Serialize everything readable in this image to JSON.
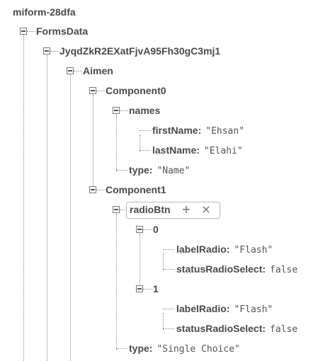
{
  "root": "miform-28dfa",
  "nodes": {
    "formsdata": "FormsData",
    "uid": "JyqdZkR2EXatFjvA95Fh30gC3mj1",
    "aimen": "Aimen",
    "component0": "Component0",
    "names": "names",
    "firstname": {
      "key": "firstName:",
      "value": "\"Ehsan\""
    },
    "lastname": {
      "key": "lastName:",
      "value": "\"Elahi\""
    },
    "type0": {
      "key": "type:",
      "value": "\"Name\""
    },
    "component1": "Component1",
    "radiobtn": "radioBtn",
    "idx0": "0",
    "labelradio0": {
      "key": "labelRadio:",
      "value": "\"Flash\""
    },
    "status0": {
      "key": "statusRadioSelect:",
      "value": "false"
    },
    "idx1": "1",
    "labelradio1": {
      "key": "labelRadio:",
      "value": "\"Flash\""
    },
    "status1": {
      "key": "statusRadioSelect:",
      "value": "false"
    },
    "type1": {
      "key": "type:",
      "value": "\"Single Choice\""
    }
  },
  "actions": {
    "add_icon": "+",
    "remove_icon": "×"
  },
  "icons": {
    "collapse": "minus-square-icon",
    "add": "plus-icon",
    "remove": "close-icon"
  }
}
